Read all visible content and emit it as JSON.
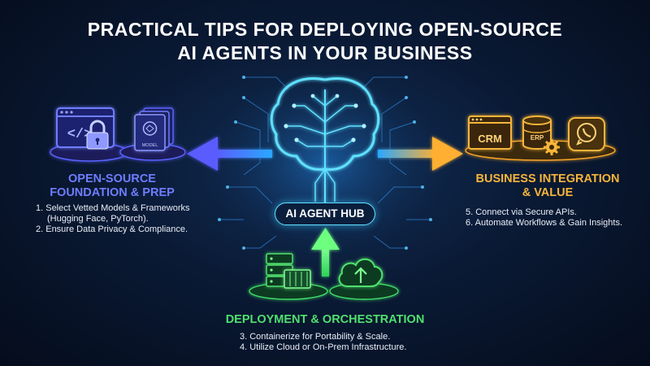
{
  "title": {
    "line1": "PRACTICAL TIPS FOR DEPLOYING OPEN-SOURCE",
    "line2": "AI AGENTS IN YOUR BUSINESS"
  },
  "hub": {
    "label": "AI AGENT HUB"
  },
  "left": {
    "heading_line1": "OPEN-SOURCE",
    "heading_line2": "FOUNDATION & PREP",
    "items": [
      "1. Select Vetted Models & Frameworks (Hugging Face, PyTorch).",
      "2. Ensure Data Privacy & Compliance."
    ],
    "model_tag": "MODEL"
  },
  "right": {
    "heading_line1": "BUSINESS INTEGRATION",
    "heading_line2": "& VALUE",
    "items": [
      "5. Connect via Secure APIs.",
      "6. Automate Workflows & Gain Insights."
    ],
    "crm_tag": "CRM",
    "erp_tag": "ERP"
  },
  "bottom": {
    "heading": "DEPLOYMENT & ORCHESTRATION",
    "items": [
      "3. Containerize for Portability & Scale.",
      "4. Utilize Cloud or On-Prem Infrastructure."
    ]
  },
  "colors": {
    "left_accent": "#6f7dff",
    "right_accent": "#f7b53a",
    "bottom_accent": "#4fe06e",
    "hub_glow": "#5fe0ff"
  },
  "icons": [
    "code-window-icon",
    "padlock-icon",
    "model-stack-icon",
    "brain-circuit-icon",
    "crm-window-icon",
    "erp-database-icon",
    "gear-icon",
    "chat-bubble-icon",
    "server-rack-icon",
    "container-icon",
    "cloud-upload-icon"
  ]
}
